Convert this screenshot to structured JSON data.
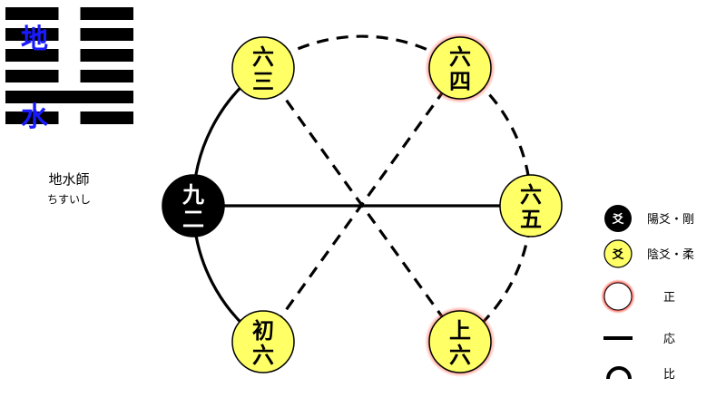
{
  "hexagram": {
    "upper_char": "地",
    "lower_char": "水",
    "name": "地水師",
    "reading": "ちすいし",
    "lines_top_to_bottom": [
      "yin",
      "yin",
      "yin",
      "yin",
      "yang",
      "yin"
    ]
  },
  "positions": [
    {
      "id": "line1",
      "label": [
        "初",
        "六"
      ],
      "type": "yin",
      "correct": false
    },
    {
      "id": "line2",
      "label": [
        "九",
        "二"
      ],
      "type": "yang",
      "correct": false
    },
    {
      "id": "line3",
      "label": [
        "六",
        "三"
      ],
      "type": "yin",
      "correct": false
    },
    {
      "id": "line4",
      "label": [
        "六",
        "四"
      ],
      "type": "yin",
      "correct": true
    },
    {
      "id": "line5",
      "label": [
        "六",
        "五"
      ],
      "type": "yin",
      "correct": false
    },
    {
      "id": "line6",
      "label": [
        "上",
        "六"
      ],
      "type": "yin",
      "correct": true
    }
  ],
  "connections": [
    {
      "from": "line1",
      "to": "line2",
      "kind": "bi",
      "style": "solid"
    },
    {
      "from": "line2",
      "to": "line3",
      "kind": "bi",
      "style": "solid"
    },
    {
      "from": "line3",
      "to": "line4",
      "kind": "bi",
      "style": "dashed"
    },
    {
      "from": "line4",
      "to": "line5",
      "kind": "bi",
      "style": "dashed"
    },
    {
      "from": "line5",
      "to": "line6",
      "kind": "bi",
      "style": "dashed"
    },
    {
      "from": "line1",
      "to": "line4",
      "kind": "ying",
      "style": "dashed"
    },
    {
      "from": "line2",
      "to": "line5",
      "kind": "ying",
      "style": "solid"
    },
    {
      "from": "line3",
      "to": "line6",
      "kind": "ying",
      "style": "dashed"
    }
  ],
  "legend": {
    "yang_symbol": "爻",
    "yang_label": "陽爻・剛",
    "yin_symbol": "爻",
    "yin_label": "陰爻・柔",
    "correct_label": "正",
    "ying_label": "応",
    "bi_label": "比"
  },
  "colors": {
    "yin_fill": "#ffff66",
    "yang_fill": "#000000",
    "correct_ring": "#e02020",
    "hexagram_char": "#1a1aff",
    "line": "#000000"
  }
}
